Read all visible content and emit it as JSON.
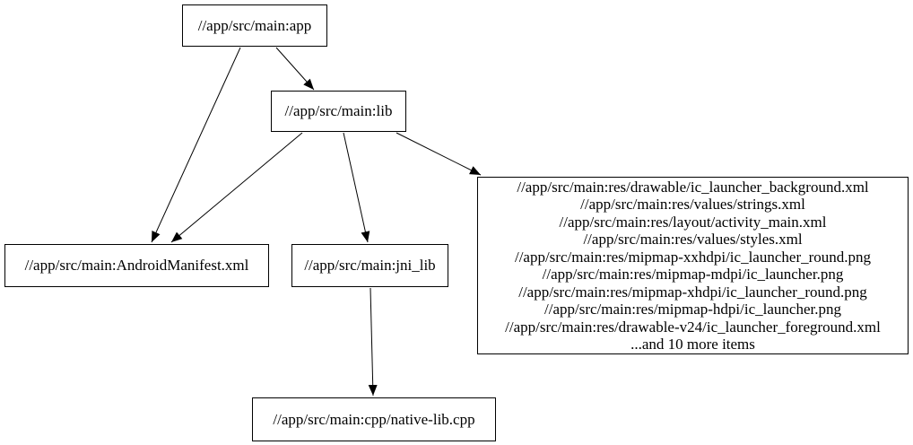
{
  "graph": {
    "type": "directed-dependency-graph",
    "colors": {
      "background": "#ffffff",
      "node_border": "#000000",
      "node_fill": "#ffffff",
      "edge": "#000000",
      "text": "#000000"
    },
    "nodes": {
      "app": {
        "label": "//app/src/main:app"
      },
      "lib": {
        "label": "//app/src/main:lib"
      },
      "manifest": {
        "label": "//app/src/main:AndroidManifest.xml"
      },
      "jni_lib": {
        "label": "//app/src/main:jni_lib"
      },
      "cpp": {
        "label": "//app/src/main:cpp/native-lib.cpp"
      },
      "resources": {
        "lines": [
          "//app/src/main:res/drawable/ic_launcher_background.xml",
          "//app/src/main:res/values/strings.xml",
          "//app/src/main:res/layout/activity_main.xml",
          "//app/src/main:res/values/styles.xml",
          "//app/src/main:res/mipmap-xxhdpi/ic_launcher_round.png",
          "//app/src/main:res/mipmap-mdpi/ic_launcher.png",
          "//app/src/main:res/mipmap-xhdpi/ic_launcher_round.png",
          "//app/src/main:res/mipmap-hdpi/ic_launcher.png",
          "//app/src/main:res/drawable-v24/ic_launcher_foreground.xml",
          "...and 10 more items"
        ]
      }
    },
    "edges": [
      {
        "from": "//app/src/main:app",
        "to": "//app/src/main:lib"
      },
      {
        "from": "//app/src/main:app",
        "to": "//app/src/main:AndroidManifest.xml"
      },
      {
        "from": "//app/src/main:lib",
        "to": "//app/src/main:AndroidManifest.xml"
      },
      {
        "from": "//app/src/main:lib",
        "to": "//app/src/main:jni_lib"
      },
      {
        "from": "//app/src/main:lib",
        "to": "//app/src/main:res (resource group)"
      },
      {
        "from": "//app/src/main:jni_lib",
        "to": "//app/src/main:cpp/native-lib.cpp"
      }
    ]
  }
}
